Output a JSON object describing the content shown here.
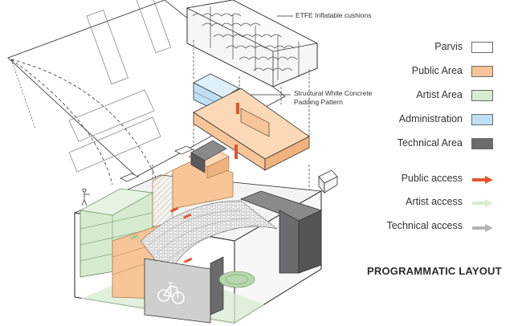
{
  "callouts": {
    "etfe": "ETFE Inflatable cushions",
    "concrete_line1": "Structural White Concrete",
    "concrete_line2": "Padding Pattern"
  },
  "legend": {
    "zones": [
      {
        "label": "Parvis",
        "color": "#ffffff"
      },
      {
        "label": "Public Area",
        "color": "#f7c598"
      },
      {
        "label": "Artist Area",
        "color": "#d6ebcf"
      },
      {
        "label": "Administration",
        "color": "#bfe0f4"
      },
      {
        "label": "Technical Area",
        "color": "#6b6b6d"
      }
    ],
    "access": [
      {
        "label": "Public access",
        "color": "#e0572f"
      },
      {
        "label": "Artist access",
        "color": "#d8ecd2"
      },
      {
        "label": "Technical access",
        "color": "#b3b3b3"
      }
    ]
  },
  "title": "PROGRAMMATIC LAYOUT"
}
